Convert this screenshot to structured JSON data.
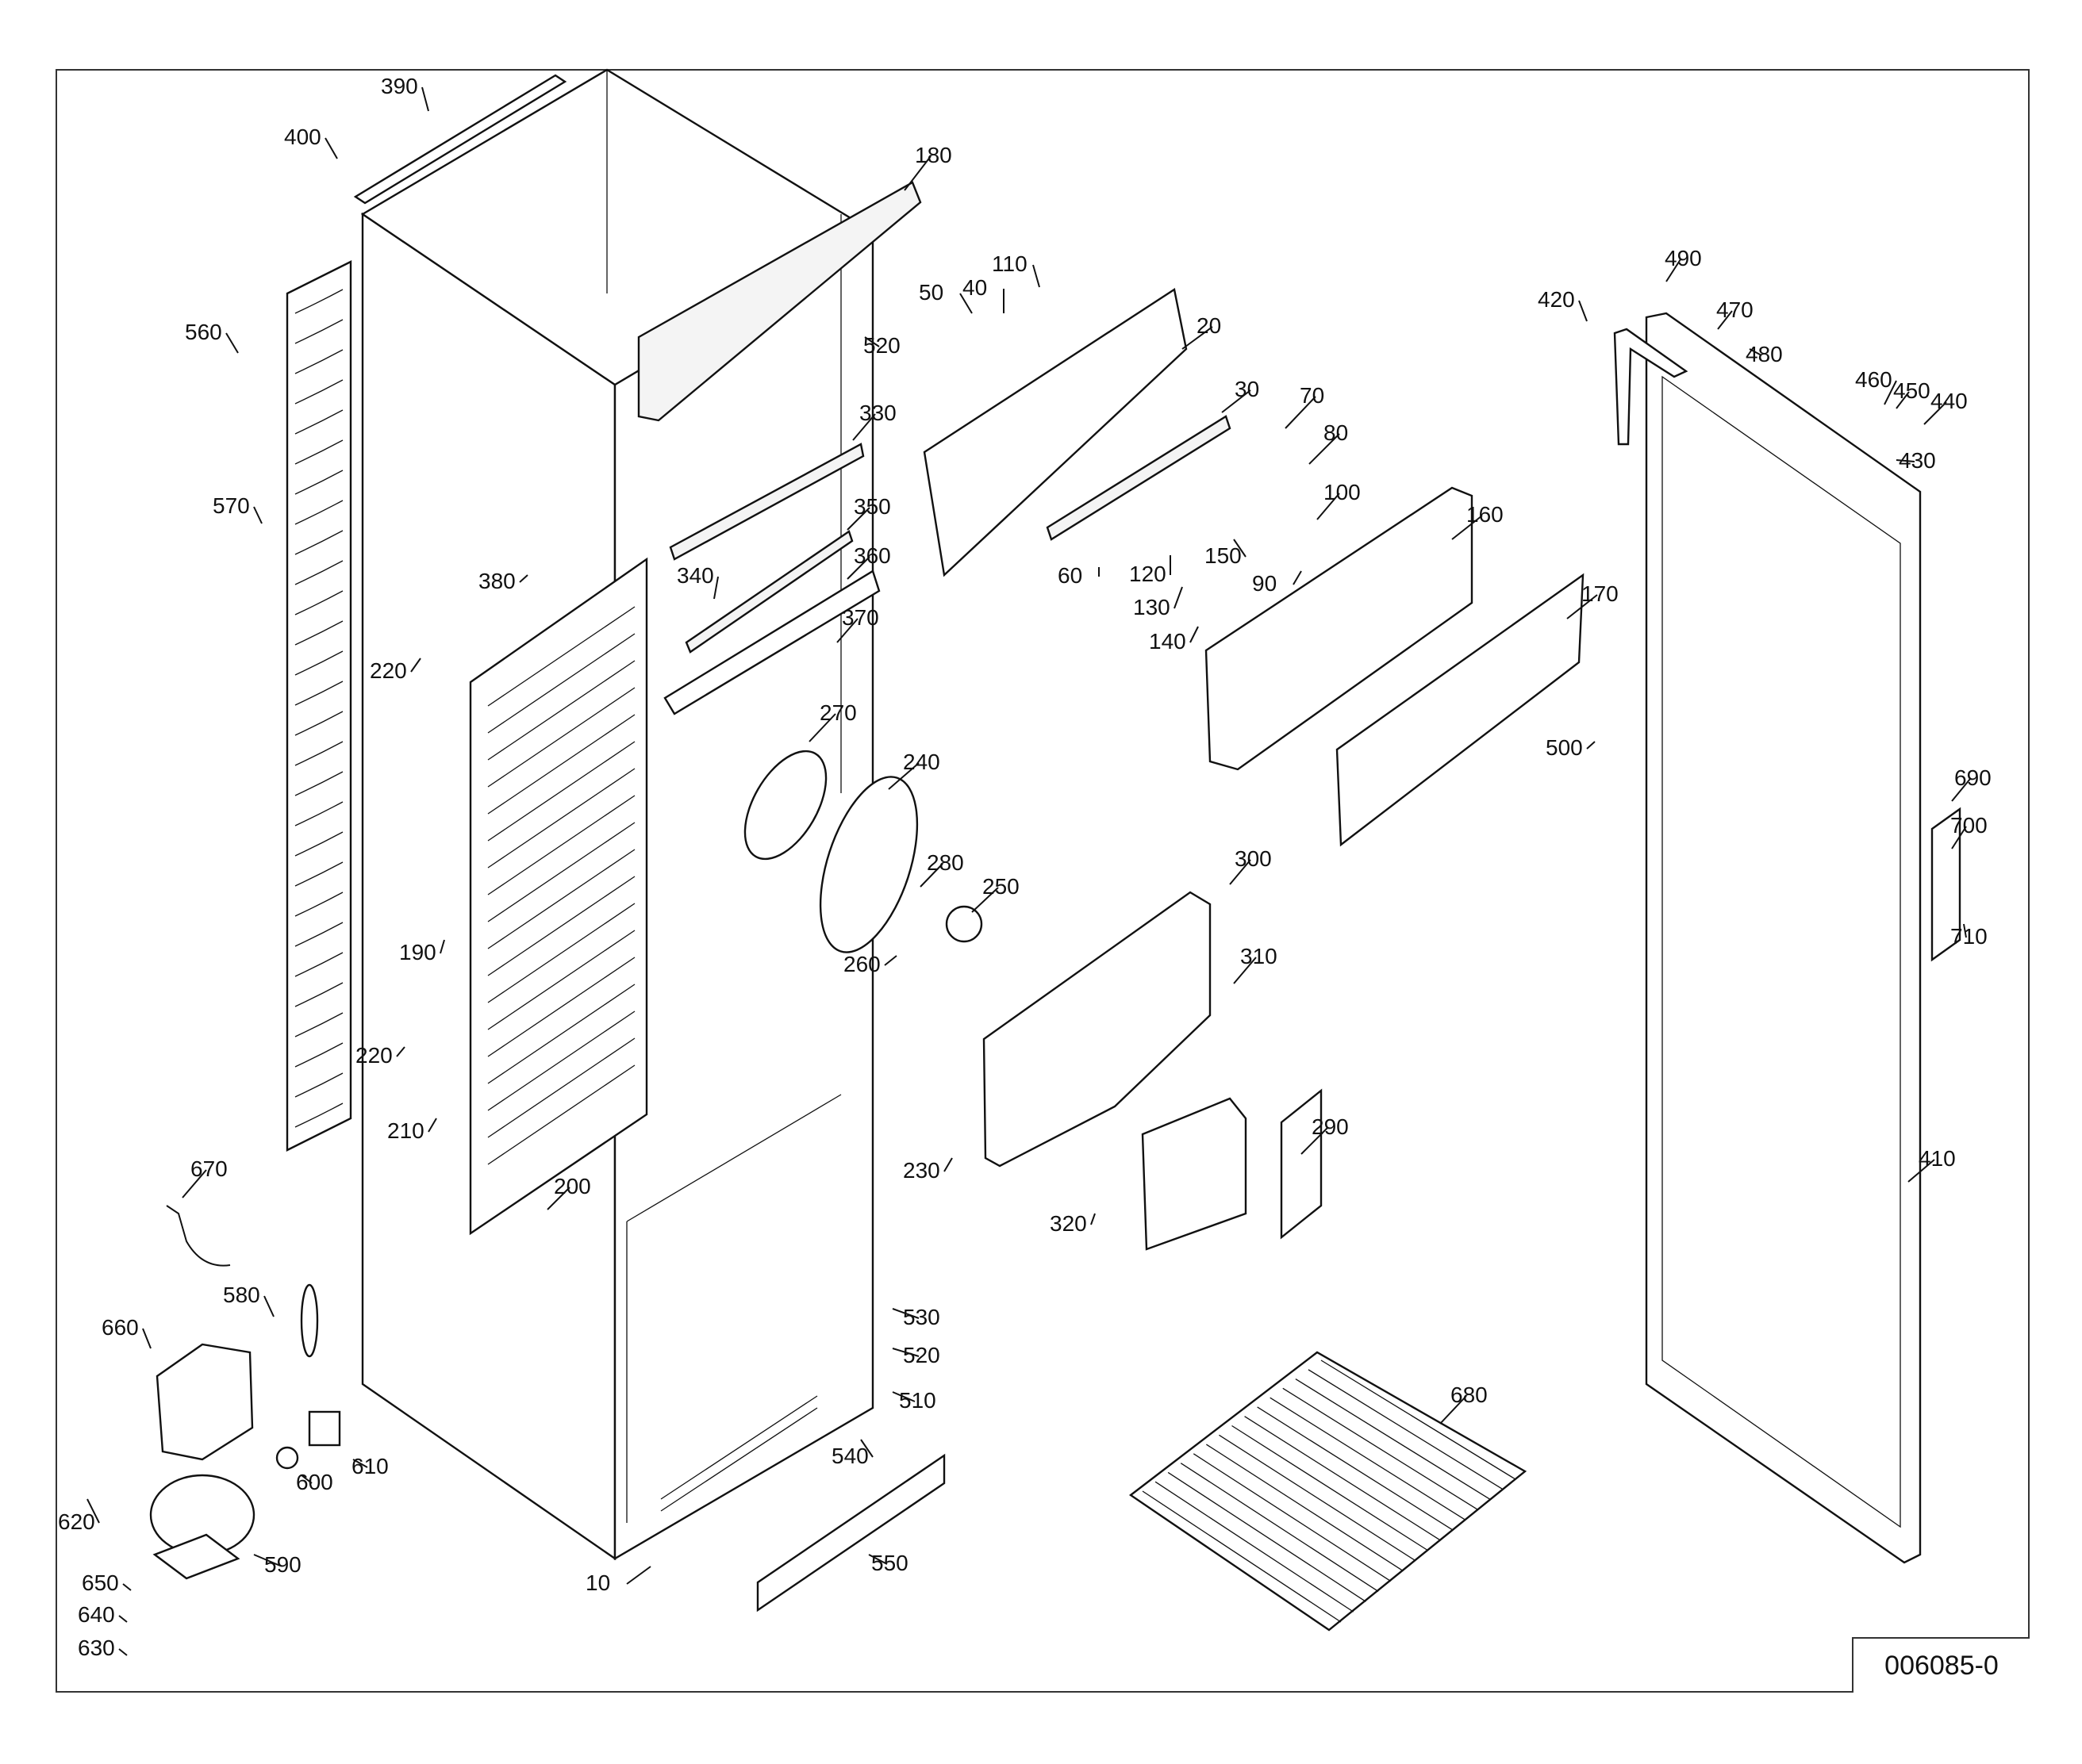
{
  "drawing_number": "006085-0",
  "part_labels": [
    "10",
    "20",
    "30",
    "40",
    "50",
    "60",
    "70",
    "80",
    "90",
    "100",
    "110",
    "120",
    "130",
    "140",
    "150",
    "160",
    "170",
    "180",
    "190",
    "200",
    "210",
    "220",
    "220",
    "230",
    "240",
    "250",
    "260",
    "270",
    "280",
    "290",
    "300",
    "310",
    "320",
    "330",
    "340",
    "350",
    "360",
    "370",
    "380",
    "390",
    "400",
    "410",
    "420",
    "430",
    "440",
    "450",
    "460",
    "470",
    "480",
    "490",
    "500",
    "510",
    "520",
    "520",
    "530",
    "540",
    "550",
    "560",
    "570",
    "580",
    "590",
    "600",
    "610",
    "620",
    "630",
    "640",
    "650",
    "660",
    "670",
    "680",
    "690",
    "700",
    "710"
  ]
}
